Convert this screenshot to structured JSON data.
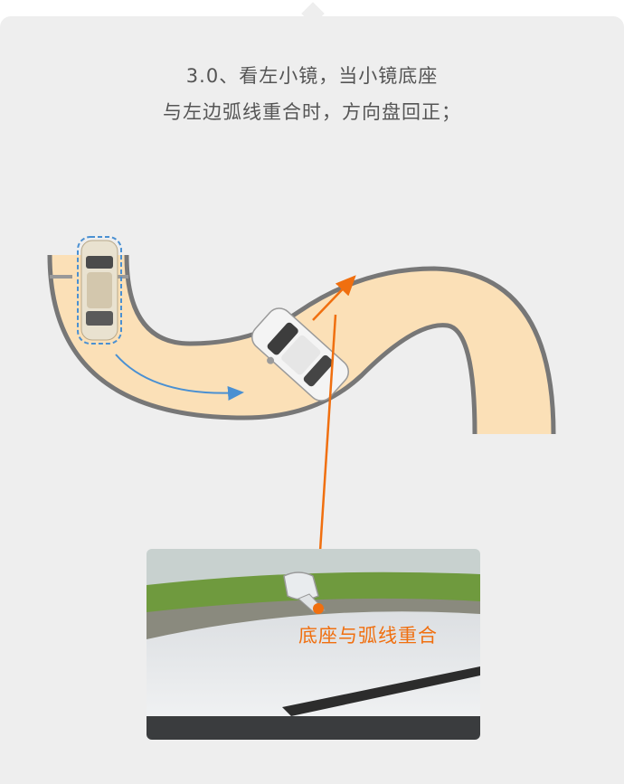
{
  "instruction": {
    "line1": "3.0、看左小镜，当小镜底座",
    "line2": "与左边弧线重合时，方向盘回正；"
  },
  "photo": {
    "label": "底座与弧线重合"
  },
  "colors": {
    "road_fill": "#fbe0b7",
    "road_edge": "#777777",
    "accent": "#f06f0f",
    "path_arrow": "#4a90d2",
    "card_bg": "#eeeeee"
  },
  "icons": [
    "car-top-view-icon",
    "mirror-icon"
  ]
}
